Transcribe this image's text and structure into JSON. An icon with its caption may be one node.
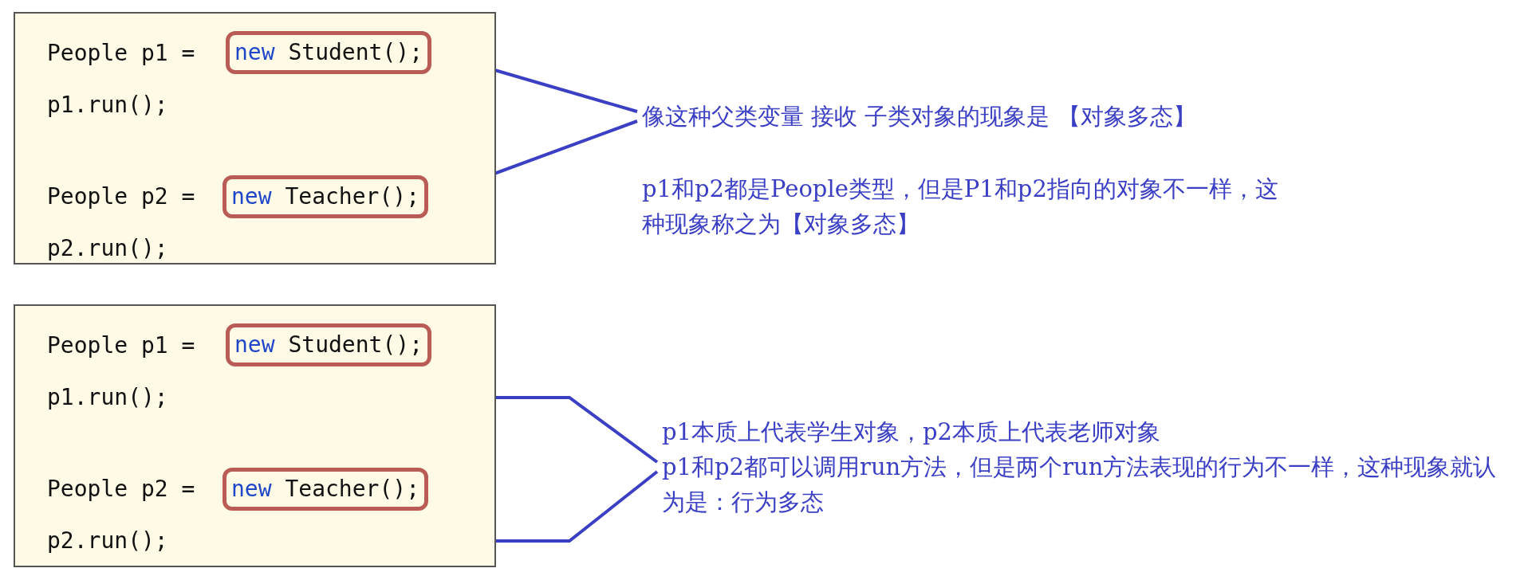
{
  "diagram": {
    "nodes": [
      {
        "text": [
          "People p1 =",
          "p1.run();",
          "People p2 =",
          "p2.run();"
        ]
      },
      {
        "text": [
          "new Student();"
        ],
        "in": 0
      },
      {
        "text": [
          "new Teacher();"
        ],
        "in": 0
      },
      {
        "text": [
          "像这种父类变量 接收 子类对象的现象是 【对象多态】"
        ]
      },
      {
        "text": [
          "People p1 =",
          "People p2 ="
        ]
      },
      {
        "text": [
          "new Student();"
        ],
        "in": 4
      },
      {
        "text": [
          "p1.run();"
        ],
        "in": 4
      },
      {
        "text": [
          "new Teacher();"
        ],
        "in": 4
      },
      {
        "text": [
          "p2.run();"
        ],
        "in": 4
      },
      {
        "text": [
          "p1本质上代表学生对象，p2本质上代表老师对象",
          "p1和p2都可以调用run方法，但是两个run方法表现的行为不一样，这种现象就认为是：行为多态"
        ]
      }
    ],
    "edges": [
      {
        "from": 1,
        "to": 3,
        "arrow": "none"
      },
      {
        "from": 2,
        "to": 3,
        "arrow": "none"
      },
      {
        "from": 6,
        "to": 9,
        "arrow": "none"
      },
      {
        "from": 8,
        "to": 9,
        "arrow": "none"
      }
    ],
    "labels": [
      "p1和p2都是People类型，但是P1和p2指向的对象不一样，这种现象称之为【对象多态】"
    ]
  }
}
